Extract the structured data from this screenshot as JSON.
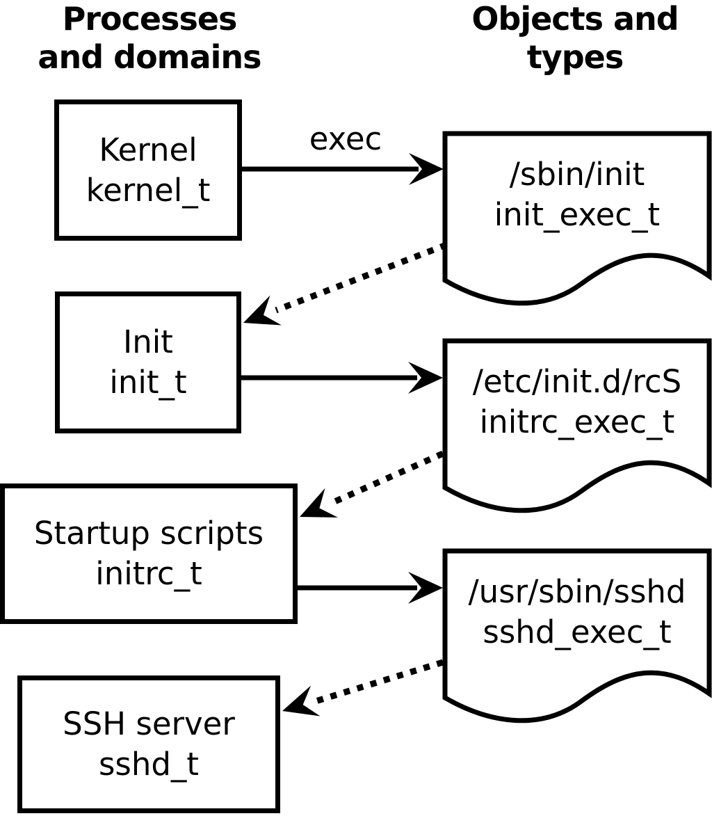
{
  "headers": {
    "left": {
      "line1": "Processes",
      "line2": "and domains"
    },
    "right": {
      "line1": "Objects and",
      "line2": "types"
    }
  },
  "process_nodes": [
    {
      "label": "Kernel",
      "domain": "kernel_t"
    },
    {
      "label": "Init",
      "domain": "init_t"
    },
    {
      "label": "Startup scripts",
      "domain": "initrc_t"
    },
    {
      "label": "SSH server",
      "domain": "sshd_t"
    }
  ],
  "object_nodes": [
    {
      "path": "/sbin/init",
      "type": "init_exec_t"
    },
    {
      "path": "/etc/init.d/rcS",
      "type": "initrc_exec_t"
    },
    {
      "path": "/usr/sbin/sshd",
      "type": "sshd_exec_t"
    }
  ],
  "edges": {
    "exec_label": "exec"
  },
  "colors": {
    "foreground": "#000000",
    "background": "#ffffff"
  }
}
